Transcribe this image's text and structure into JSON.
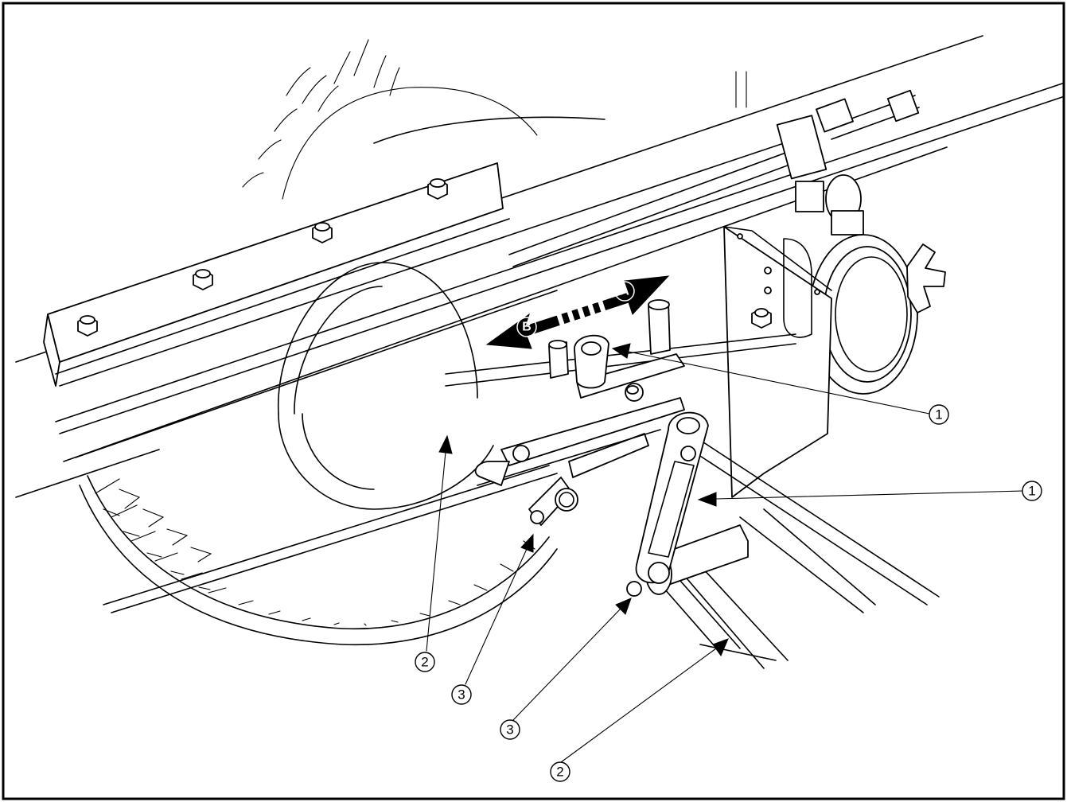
{
  "callouts": {
    "c1a": "1",
    "c1b": "1",
    "c2a": "2",
    "c2b": "2",
    "c3a": "3",
    "c3b": "3"
  },
  "direction": {
    "forward": "A",
    "backward": "B"
  }
}
